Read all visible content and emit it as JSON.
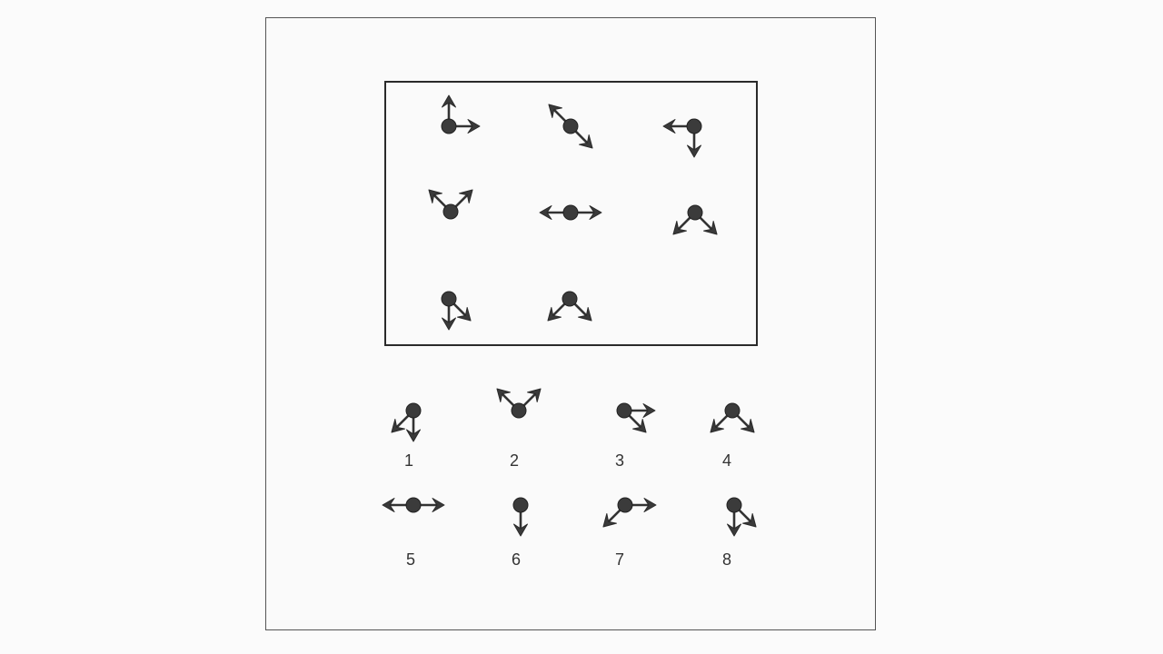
{
  "puzzle": {
    "matrix": [
      {
        "cell": "r1c1",
        "arrows": [
          "up",
          "right"
        ]
      },
      {
        "cell": "r1c2",
        "arrows": [
          "up-left",
          "down-right"
        ]
      },
      {
        "cell": "r1c3",
        "arrows": [
          "left",
          "down"
        ]
      },
      {
        "cell": "r2c1",
        "arrows": [
          "up-left",
          "up-right"
        ]
      },
      {
        "cell": "r2c2",
        "arrows": [
          "left",
          "right"
        ]
      },
      {
        "cell": "r2c3",
        "arrows": [
          "down-left",
          "down-right"
        ]
      },
      {
        "cell": "r3c1",
        "arrows": [
          "down",
          "down-right"
        ]
      },
      {
        "cell": "r3c2",
        "arrows": [
          "down-left",
          "down-right"
        ]
      },
      {
        "cell": "r3c3",
        "arrows": []
      }
    ],
    "options": [
      {
        "label": "1",
        "arrows": [
          "down-left",
          "down"
        ]
      },
      {
        "label": "2",
        "arrows": [
          "up-left",
          "up-right"
        ]
      },
      {
        "label": "3",
        "arrows": [
          "right",
          "down-right"
        ]
      },
      {
        "label": "4",
        "arrows": [
          "down-left",
          "down-right"
        ]
      },
      {
        "label": "5",
        "arrows": [
          "left",
          "right"
        ]
      },
      {
        "label": "6",
        "arrows": [
          "down"
        ]
      },
      {
        "label": "7",
        "arrows": [
          "down-left",
          "right"
        ]
      },
      {
        "label": "8",
        "arrows": [
          "down",
          "down-right"
        ]
      }
    ]
  }
}
